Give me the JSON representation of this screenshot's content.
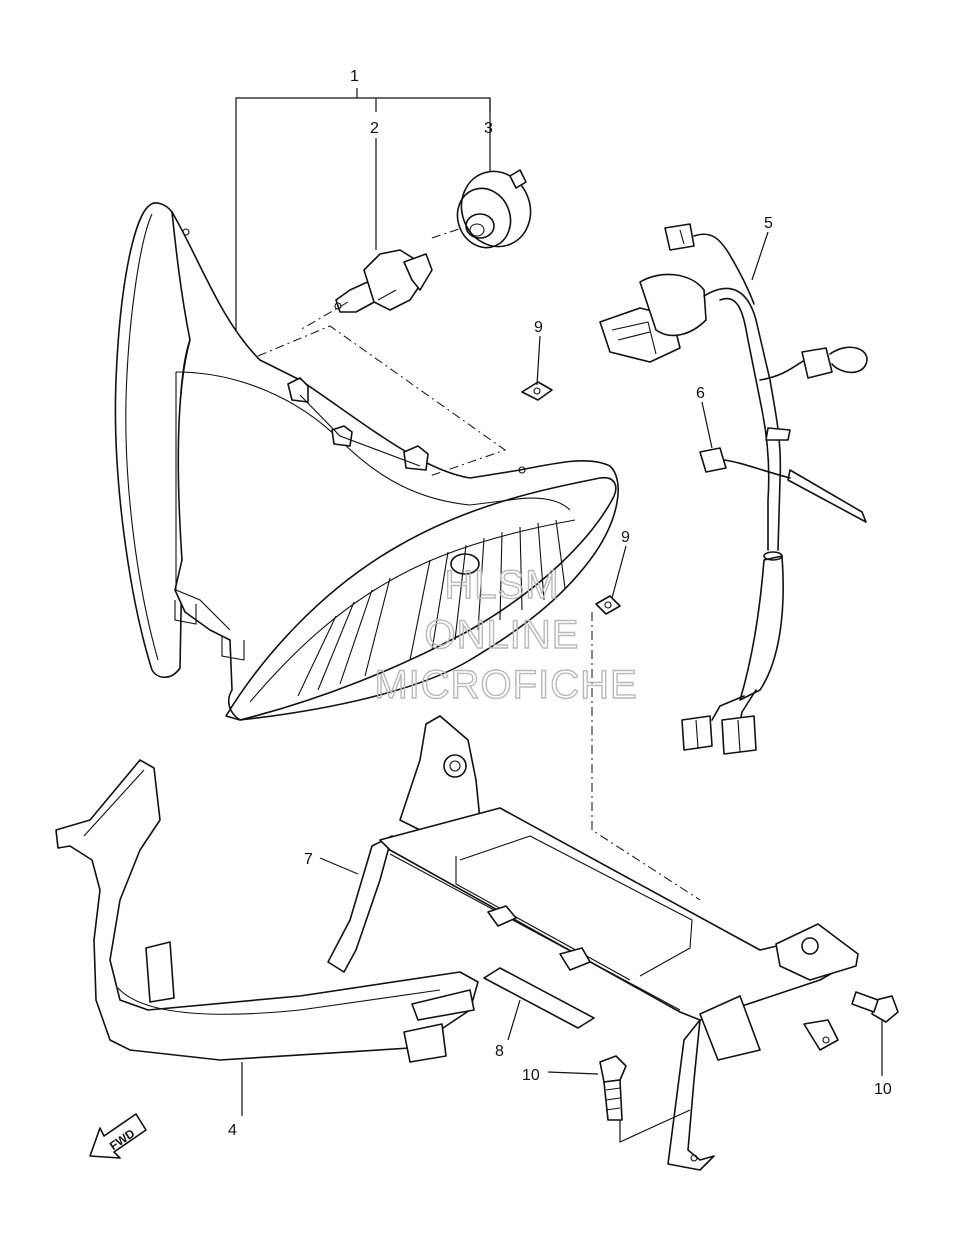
{
  "callouts": {
    "c1": "1",
    "c2": "2",
    "c3": "3",
    "c4": "4",
    "c5": "5",
    "c6": "6",
    "c7": "7",
    "c8": "8",
    "c9a": "9",
    "c9b": "9",
    "c10a": "10",
    "c10b": "10"
  },
  "watermark": {
    "line1": "HLSM",
    "line2": "ONLINE",
    "line3": "MICROFICHE"
  },
  "direction_badge": {
    "label": "FWD",
    "icon": "fwd-arrow-icon"
  },
  "colors": {
    "line": "#111111",
    "watermark": "#b9b9b9",
    "background": "#ffffff"
  }
}
